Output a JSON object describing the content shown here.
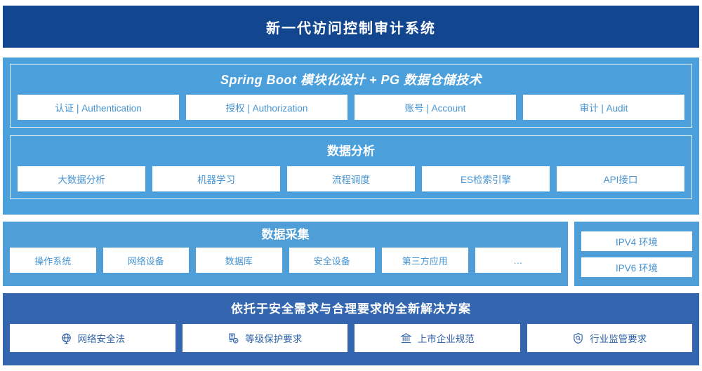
{
  "header": {
    "title": "新一代访问控制审计系统",
    "bg_color": "#12468f"
  },
  "platform": {
    "bg_color": "#4ba0dc",
    "sections": [
      {
        "title": "Spring Boot 模块化设计 + PG 数据仓储技术",
        "cards": [
          {
            "label": "认证 | Authentication"
          },
          {
            "label": "授权 | Authorization"
          },
          {
            "label": "账号 | Account"
          },
          {
            "label": "审计 | Audit"
          }
        ]
      },
      {
        "title": "数据分析",
        "cards": [
          {
            "label": "大数据分析"
          },
          {
            "label": "机器学习"
          },
          {
            "label": "流程调度"
          },
          {
            "label": "ES检索引擎"
          },
          {
            "label": "API接口"
          }
        ]
      }
    ]
  },
  "collection": {
    "bg_color": "#4f9ed7",
    "title": "数据采集",
    "cards": [
      {
        "label": "操作系统"
      },
      {
        "label": "网络设备"
      },
      {
        "label": "数据库"
      },
      {
        "label": "安全设备"
      },
      {
        "label": "第三方应用"
      },
      {
        "label": "…"
      }
    ],
    "environments": [
      {
        "label": "IPV4 环境"
      },
      {
        "label": "IPV6 环境"
      }
    ]
  },
  "compliance": {
    "bg_color": "#3366ae",
    "title": "依托于安全需求与合理要求的全新解决方案",
    "cards": [
      {
        "label": "网络安全法",
        "icon": "globe-icon"
      },
      {
        "label": "等级保护要求",
        "icon": "document-check-icon"
      },
      {
        "label": "上市企业规范",
        "icon": "bank-icon"
      },
      {
        "label": "行业监管要求",
        "icon": "shield-search-icon"
      }
    ]
  },
  "text_colors": {
    "card_text": "#4694d2",
    "compliance_card_text": "#2f62aa",
    "title_text": "#ffffff"
  }
}
